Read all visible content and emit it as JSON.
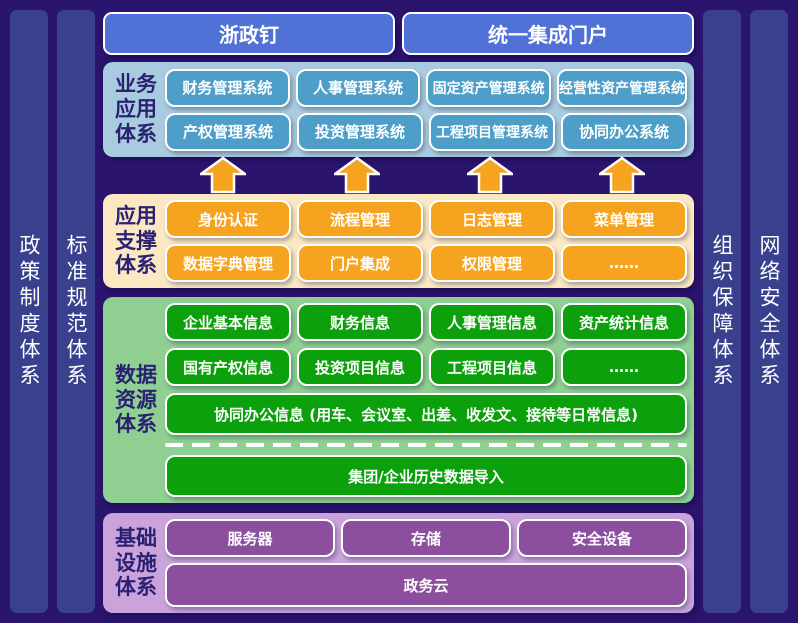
{
  "colors": {
    "background": "#2B146E",
    "side_bar": "#39418E",
    "top_button": "#5071D6",
    "business_panel": "#A9CBDF",
    "business_button": "#4D9EC9",
    "support_panel": "#FBE8C2",
    "support_button": "#F6A41F",
    "arrow": "#F6A41F",
    "data_panel": "#8FD092",
    "data_button": "#0CA00C",
    "infra_panel": "#C9A3D9",
    "infra_button": "#8B4F9E",
    "section_label_text": "#2B2173",
    "button_text": "#FFFFFF"
  },
  "side_bars": {
    "left": [
      {
        "label": "政策制度体系"
      },
      {
        "label": "标准规范体系"
      }
    ],
    "right": [
      {
        "label": "组织保障体系"
      },
      {
        "label": "网络安全体系"
      }
    ]
  },
  "top_row": {
    "items": [
      {
        "label": "浙政钉"
      },
      {
        "label": "统一集成门户"
      }
    ]
  },
  "sections": {
    "business": {
      "label": "业务应用体系",
      "label_lines": [
        "业务",
        "应用",
        "体系"
      ],
      "rows": [
        [
          "财务管理系统",
          "人事管理系统",
          "固定资产管理系统",
          "经营性资产管理系统"
        ],
        [
          "产权管理系统",
          "投资管理系统",
          "工程项目管理系统",
          "协同办公系统"
        ]
      ]
    },
    "support": {
      "label": "应用支撑体系",
      "label_lines": [
        "应用",
        "支撑",
        "体系"
      ],
      "rows": [
        [
          "身份认证",
          "流程管理",
          "日志管理",
          "菜单管理"
        ],
        [
          "数据字典管理",
          "门户集成",
          "权限管理",
          "……"
        ]
      ]
    },
    "data": {
      "label": "数据资源体系",
      "label_lines": [
        "数据",
        "资源",
        "体系"
      ],
      "rows": [
        [
          "企业基本信息",
          "财务信息",
          "人事管理信息",
          "资产统计信息"
        ],
        [
          "国有产权信息",
          "投资项目信息",
          "工程项目信息",
          "……"
        ]
      ],
      "wide_row_1": "协同办公信息 (用车、会议室、出差、收发文、接待等日常信息)",
      "wide_row_2": "集团/企业历史数据导入"
    },
    "infrastructure": {
      "label": "基础设施体系",
      "label_lines": [
        "基础",
        "设施",
        "体系"
      ],
      "row": [
        "服务器",
        "存储",
        "安全设备"
      ],
      "wide_row": "政务云"
    }
  },
  "arrows": {
    "icon": "up-arrow-icon",
    "count": 4,
    "color": "#F6A41F"
  }
}
